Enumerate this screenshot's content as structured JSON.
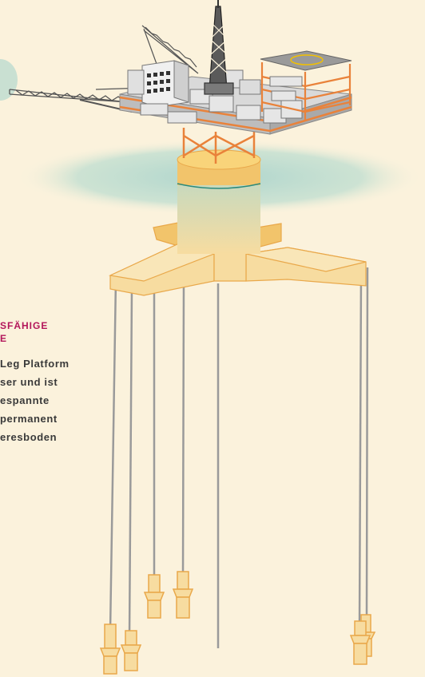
{
  "caption": {
    "heading_lines": [
      "SFÄHIGE",
      "E"
    ],
    "body_lines": [
      "Leg Platform",
      "ser und ist",
      "espannte",
      "permanent",
      "eresboden"
    ]
  },
  "colors": {
    "background": "#fbf2dc",
    "water": "#a9d3cc",
    "steel": "#e9823a",
    "hull": "#f7dca0",
    "hull_dark": "#f2c46b",
    "deck": "#cfcfcf",
    "heading": "#b3165a"
  }
}
